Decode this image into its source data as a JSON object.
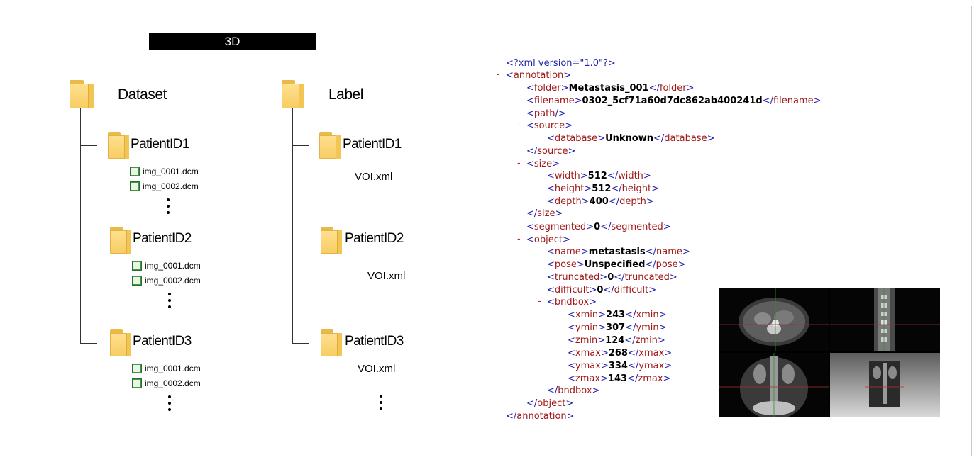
{
  "banner": "3D",
  "dataset": {
    "root_label": "Dataset",
    "patients": [
      {
        "id": "PatientID1",
        "files": [
          "img_0001.dcm",
          "img_0002.dcm"
        ]
      },
      {
        "id": "PatientID2",
        "files": [
          "img_0001.dcm",
          "img_0002.dcm"
        ]
      },
      {
        "id": "PatientID3",
        "files": [
          "img_0001.dcm",
          "img_0002.dcm"
        ]
      }
    ]
  },
  "label": {
    "root_label": "Label",
    "patients": [
      {
        "id": "PatientID1",
        "file": "VOI.xml"
      },
      {
        "id": "PatientID2",
        "file": "VOI.xml"
      },
      {
        "id": "PatientID3",
        "file": "VOI.xml"
      }
    ]
  },
  "xml": {
    "declaration": "<?xml version=\"1.0\"?>",
    "folder": "Metastasis_001",
    "filename": "0302_5cf71a60d7dc862ab400241d",
    "database": "Unknown",
    "width": "512",
    "height": "512",
    "depth": "400",
    "segmented": "0",
    "name": "metastasis",
    "pose": "Unspecified",
    "truncated": "0",
    "difficult": "0",
    "xmin": "243",
    "ymin": "307",
    "zmin": "124",
    "xmax": "268",
    "ymax": "334",
    "zmax": "143"
  },
  "colors": {
    "tag": "#a01818",
    "bracket": "#2020b0",
    "minus": "#d02020",
    "folder": "#f7cd63"
  }
}
